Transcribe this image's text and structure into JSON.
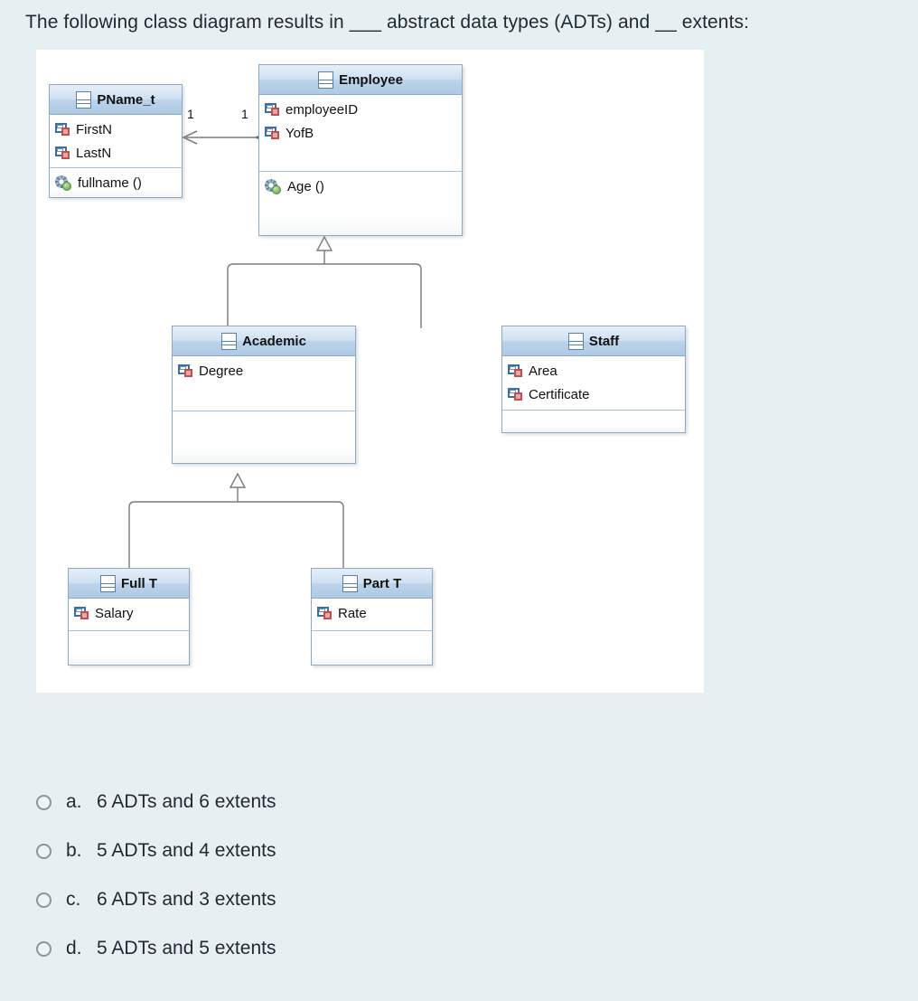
{
  "question": {
    "heading": "The following class diagram results in ___ abstract data types (ADTs) and __ extents:"
  },
  "diagram": {
    "classes": [
      {
        "id": "pname",
        "name": "PName_t",
        "attributes": [
          "FirstN",
          "LastN"
        ],
        "operations": [
          "fullname ()"
        ]
      },
      {
        "id": "employee",
        "name": "Employee",
        "attributes": [
          "employeeID",
          "YofB"
        ],
        "operations": [
          "Age ()"
        ]
      },
      {
        "id": "academic",
        "name": "Academic",
        "attributes": [
          "Degree"
        ],
        "operations": []
      },
      {
        "id": "staff",
        "name": "Staff",
        "attributes": [
          "Area",
          "Certificate"
        ],
        "operations": []
      },
      {
        "id": "fullt",
        "name": "Full T",
        "attributes": [
          "Salary"
        ],
        "operations": []
      },
      {
        "id": "partt",
        "name": "Part T",
        "attributes": [
          "Rate"
        ],
        "operations": []
      }
    ],
    "associations": [
      {
        "from": "employee",
        "to": "pname",
        "type": "aggregation",
        "source_multiplicity": "1",
        "target_multiplicity": "1"
      }
    ],
    "generalizations": [
      {
        "parent": "employee",
        "children": [
          "academic",
          "staff"
        ]
      },
      {
        "parent": "academic",
        "children": [
          "fullt",
          "partt"
        ]
      }
    ],
    "icon_names": {
      "class": "class-icon",
      "attribute": "attribute-icon",
      "operation": "operation-icon"
    },
    "colors": {
      "page_background": "#e8eff2",
      "panel_background": "#ffffff",
      "class_border": "#8da9c4",
      "header_gradient_top": "#e6eff8",
      "header_gradient_bottom": "#aec9e4",
      "connector": "#7b7b7b"
    }
  },
  "answers": {
    "options": [
      {
        "letter": "a.",
        "text": "6 ADTs and 6 extents"
      },
      {
        "letter": "b.",
        "text": "5 ADTs and 4 extents"
      },
      {
        "letter": "c.",
        "text": "6 ADTs and 3 extents"
      },
      {
        "letter": "d.",
        "text": "5 ADTs and 5 extents"
      }
    ]
  }
}
